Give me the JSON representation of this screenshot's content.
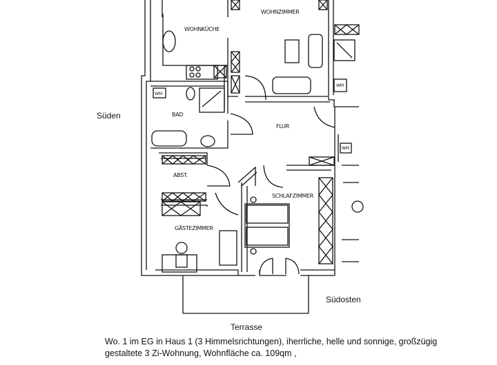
{
  "rooms": {
    "wohnkueche": "WOHNKÜCHE",
    "wohnzimmer": "WOHNZIMMER",
    "bad": "BAD",
    "flur": "FLUR",
    "abst": "ABST.",
    "schlafzimmer": "SCHLAFZIMMER",
    "gaestezimmer": "GÄSTEZIMMER",
    "terrasse": "Terrasse"
  },
  "appliance_label": "WM",
  "directions": {
    "west": "Süden",
    "southeast": "Südosten"
  },
  "description": {
    "line1": "Wo. 1 im  EG in Haus 1 (3 Himmelsrichtungen), iherrliche, helle und sonnige, großzügig",
    "line2": "gestaltete 3 Zi-Wohnung, Wohnfläche ca. 109qm ,"
  }
}
